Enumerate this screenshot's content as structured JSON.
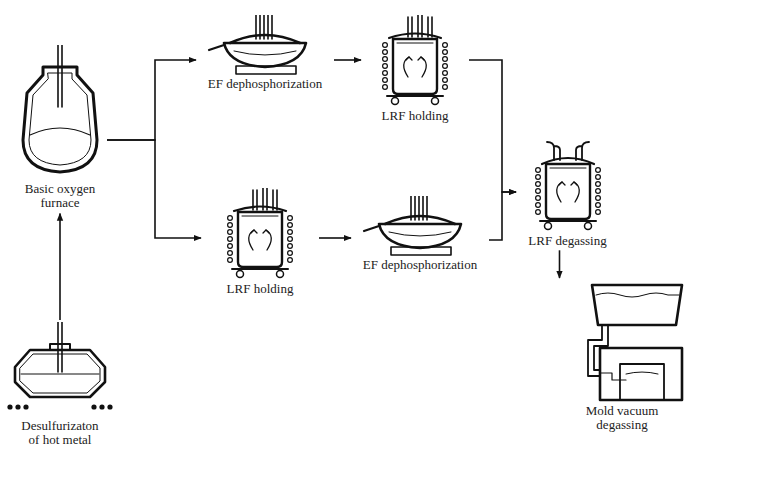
{
  "diagram": {
    "nodes": [
      {
        "text": [
          "Desulfurizaton of hot metal"
        ]
      },
      {
        "text": [
          "Basic oxygen furnace"
        ]
      },
      {
        "text": [
          "EF dephosphorization"
        ]
      },
      {
        "text": [
          "LRF holding"
        ]
      },
      {
        "text": [
          "LRF holding"
        ]
      },
      {
        "text": [
          "EF dephosphorization"
        ]
      },
      {
        "text": [
          "LRF degassing"
        ]
      },
      {
        "text": [
          "Mold vacuum degassing"
        ]
      }
    ],
    "edges": [
      {
        "from": 0,
        "to": 1,
        "arrow": "to"
      },
      {
        "from": 1,
        "to": 2,
        "arrow": "to"
      },
      {
        "from": 1,
        "to": 4,
        "arrow": "to"
      },
      {
        "from": 2,
        "to": 3,
        "arrow": "to"
      },
      {
        "from": 4,
        "to": 5,
        "arrow": "to"
      },
      {
        "from": 3,
        "to": 6,
        "arrow": "to"
      },
      {
        "from": 5,
        "to": 6,
        "arrow": "to"
      },
      {
        "from": 6,
        "to": 7,
        "arrow": "to"
      }
    ]
  }
}
